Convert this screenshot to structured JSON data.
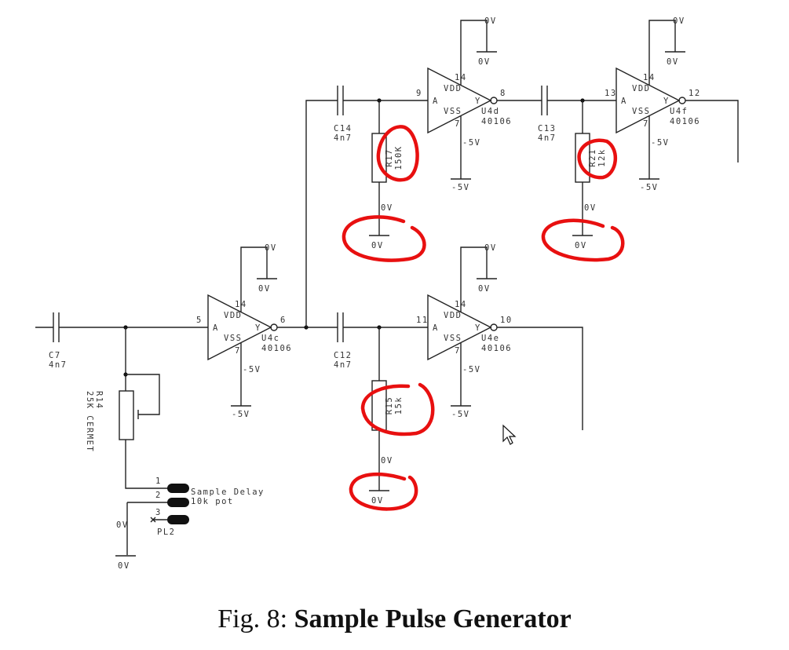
{
  "caption": {
    "prefix": "Fig. 8: ",
    "title": "Sample Pulse Generator"
  },
  "gates": [
    {
      "name": "U4c",
      "type": "40106",
      "in_pin": "5",
      "out_pin": "6",
      "vdd_pin": "14",
      "vss_pin": "7"
    },
    {
      "name": "U4d",
      "type": "40106",
      "in_pin": "9",
      "out_pin": "8",
      "vdd_pin": "14",
      "vss_pin": "7"
    },
    {
      "name": "U4e",
      "type": "40106",
      "in_pin": "11",
      "out_pin": "10",
      "vdd_pin": "14",
      "vss_pin": "7"
    },
    {
      "name": "U4f",
      "type": "40106",
      "in_pin": "13",
      "out_pin": "12",
      "vdd_pin": "14",
      "vss_pin": "7"
    }
  ],
  "gate_labels": {
    "vdd": "VDD",
    "vss": "VSS",
    "a": "A",
    "y": "Y",
    "gnd": "0V",
    "neg": "-5V"
  },
  "capacitors": [
    {
      "ref": "C7",
      "value": "4n7"
    },
    {
      "ref": "C14",
      "value": "4n7"
    },
    {
      "ref": "C12",
      "value": "4n7"
    },
    {
      "ref": "C13",
      "value": "4n7"
    }
  ],
  "resistors": [
    {
      "ref": "R17",
      "value": "150K"
    },
    {
      "ref": "R15",
      "value": "15k"
    },
    {
      "ref": "R21",
      "value": "12k"
    }
  ],
  "pot": {
    "ref": "R14",
    "value": "25K CERMET"
  },
  "connector": {
    "ref": "PL2",
    "pins": [
      "1",
      "2",
      "3"
    ],
    "label1": "Sample Delay",
    "label2": "10k pot"
  },
  "ground_label": "0V",
  "annotation_color": "#e81010"
}
